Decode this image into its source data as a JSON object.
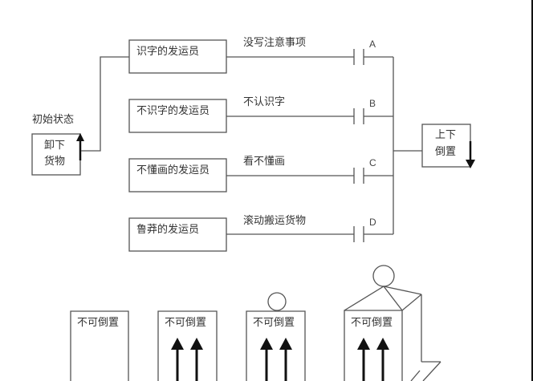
{
  "initial_state": {
    "label": "初始状态",
    "box_line1": "卸下",
    "box_line2": "货物",
    "arrow": "arrow-up-icon"
  },
  "senders": [
    {
      "label": "识字的发运员",
      "condition": "没写注意事项",
      "contact": "A"
    },
    {
      "label": "不识字的发运员",
      "condition": "不认识字",
      "contact": "B"
    },
    {
      "label": "不懂画的发运员",
      "condition": "看不懂画",
      "contact": "C"
    },
    {
      "label": "鲁莽的发运员",
      "condition": "滚动搬运货物",
      "contact": "D"
    }
  ],
  "result": {
    "line1": "上下",
    "line2": "倒置",
    "arrow": "arrow-down-icon"
  },
  "packages": [
    {
      "label": "不可倒置",
      "arrows": 0,
      "topper": "none"
    },
    {
      "label": "不可倒置",
      "arrows": 2,
      "topper": "none"
    },
    {
      "label": "不可倒置",
      "arrows": 2,
      "topper": "circle"
    },
    {
      "label": "不可倒置",
      "arrows": 2,
      "topper": "circle-with-roof"
    }
  ],
  "colors": {
    "line": "#555555",
    "arrow": "#111111",
    "text": "#333333"
  }
}
